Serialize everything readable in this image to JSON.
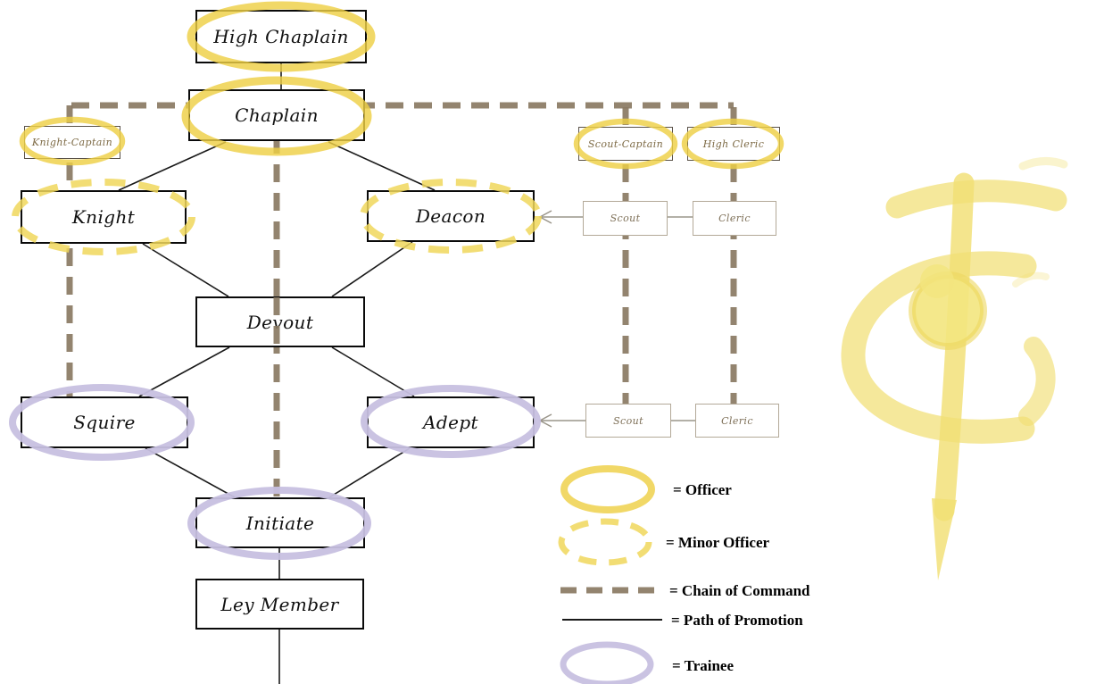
{
  "nodes": {
    "high_chaplain": "High Chaplain",
    "chaplain": "Chaplain",
    "knight_captain": "Knight-Captain",
    "scout_captain": "Scout-Captain",
    "high_cleric": "High Cleric",
    "knight": "Knight",
    "deacon": "Deacon",
    "scout_upper": "Scout",
    "cleric_upper": "Cleric",
    "devout": "Devout",
    "squire": "Squire",
    "adept": "Adept",
    "scout_lower": "Scout",
    "cleric_lower": "Cleric",
    "initiate": "Initiate",
    "ley_member": "Ley Member"
  },
  "legend": {
    "officer": "= Officer",
    "minor_officer": "= Minor Officer",
    "chain_of_command": "= Chain of Command",
    "path_of_promotion": "= Path of Promotion",
    "trainee": "= Trainee"
  },
  "colors": {
    "officer_oval": "#eecf45",
    "minor_officer_oval": "#f0d75c",
    "trainee_oval": "#c7c0e0",
    "chain_of_command_line": "#8a7963",
    "path_of_promotion_line": "#1a1a1a",
    "emblem_yellow": "#f1df74"
  },
  "icons": {
    "emblem": "holy-symbol-icon"
  }
}
